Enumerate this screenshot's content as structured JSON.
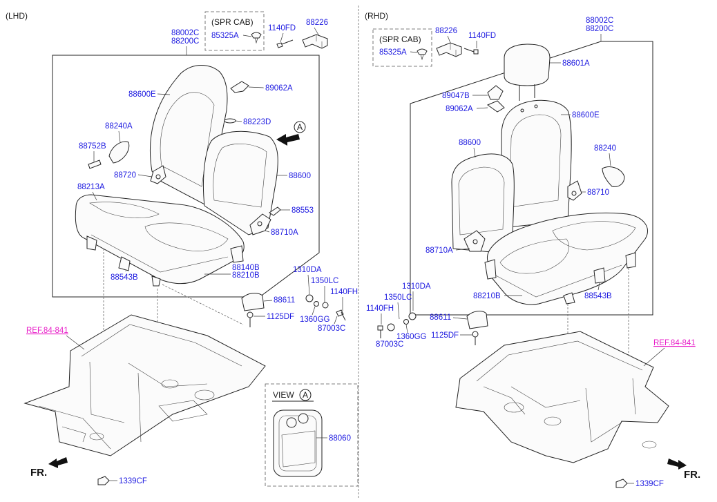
{
  "lhd": {
    "title": "(LHD)",
    "spr_cab": "(SPR CAB)",
    "labels": {
      "p85325A": "85325A",
      "p1140FD": "1140FD",
      "p88226": "88226",
      "p88002C": "88002C",
      "p88200C": "88200C",
      "p88600E": "88600E",
      "p89062A": "89062A",
      "p88223D": "88223D",
      "p88240A": "88240A",
      "p88752B": "88752B",
      "p88720": "88720",
      "p88600": "88600",
      "p88213A": "88213A",
      "p88553": "88553",
      "p88710A": "88710A",
      "p88140B": "88140B",
      "p88210B": "88210B",
      "p88543B": "88543B",
      "p1310DA": "1310DA",
      "p1350LC": "1350LC",
      "p1140FH": "1140FH",
      "p88611": "88611",
      "p1360GG": "1360GG",
      "p1125DF": "1125DF",
      "p87003C": "87003C",
      "pREF": "REF.84-841",
      "p88060": "88060",
      "p1339CF": "1339CF"
    },
    "view_title": "VIEW",
    "view_mark": "A",
    "arrow_mark": "A",
    "fr": "FR."
  },
  "rhd": {
    "title": "(RHD)",
    "spr_cab": "(SPR CAB)",
    "labels": {
      "p88226": "88226",
      "p1140FD": "1140FD",
      "p85325A": "85325A",
      "p88002C": "88002C",
      "p88200C": "88200C",
      "p88601A": "88601A",
      "p89047B": "89047B",
      "p89062A": "89062A",
      "p88600E": "88600E",
      "p88600": "88600",
      "p88240": "88240",
      "p88710": "88710",
      "p88710A": "88710A",
      "p1310DA": "1310DA",
      "p1350LC": "1350LC",
      "p1140FH": "1140FH",
      "p88210B": "88210B",
      "p88543B": "88543B",
      "p88611": "88611",
      "p1360GG": "1360GG",
      "p87003C": "87003C",
      "p1125DF": "1125DF",
      "pREF": "REF.84-841",
      "p1339CF": "1339CF"
    },
    "fr": "FR."
  },
  "colors": {
    "part_number": "#1d1ae0",
    "reference": "#e81ec8",
    "line_art": "#222222"
  }
}
